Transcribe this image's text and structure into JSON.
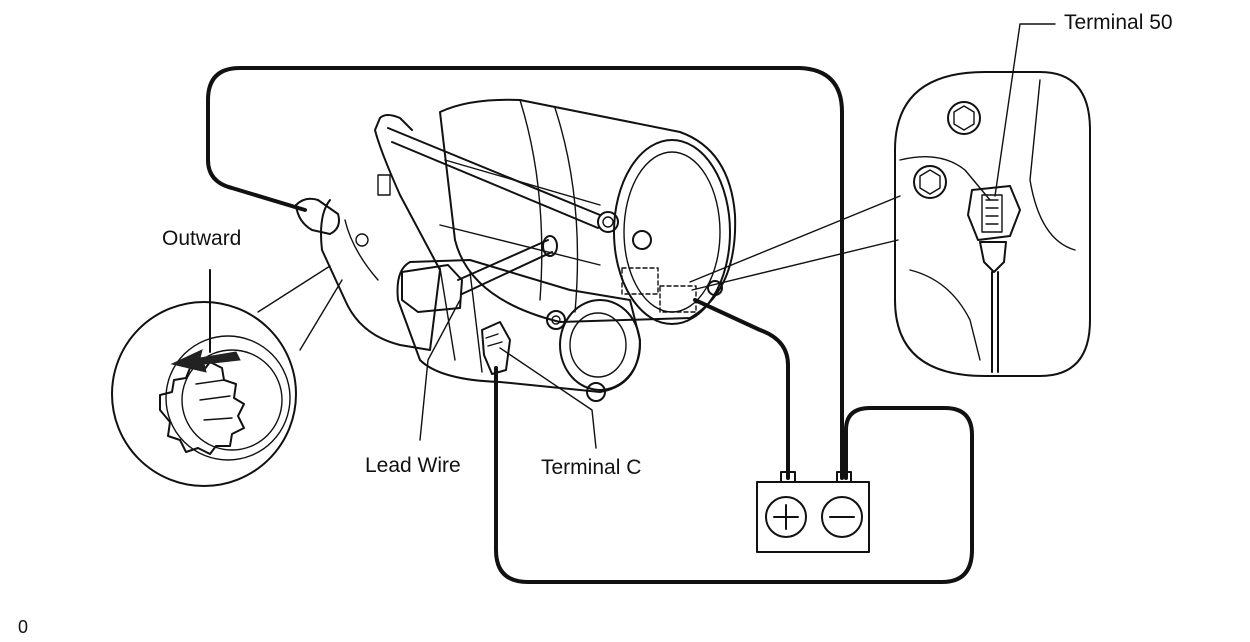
{
  "labels": {
    "terminal_50": "Terminal 50",
    "outward": "Outward",
    "lead_wire": "Lead Wire",
    "terminal_c": "Terminal C",
    "figure_code": "0"
  },
  "battery_symbols": {
    "positive": "+",
    "negative": "−"
  },
  "colors": {
    "line": "#111111",
    "background": "#ffffff",
    "arrow": "#222222"
  }
}
